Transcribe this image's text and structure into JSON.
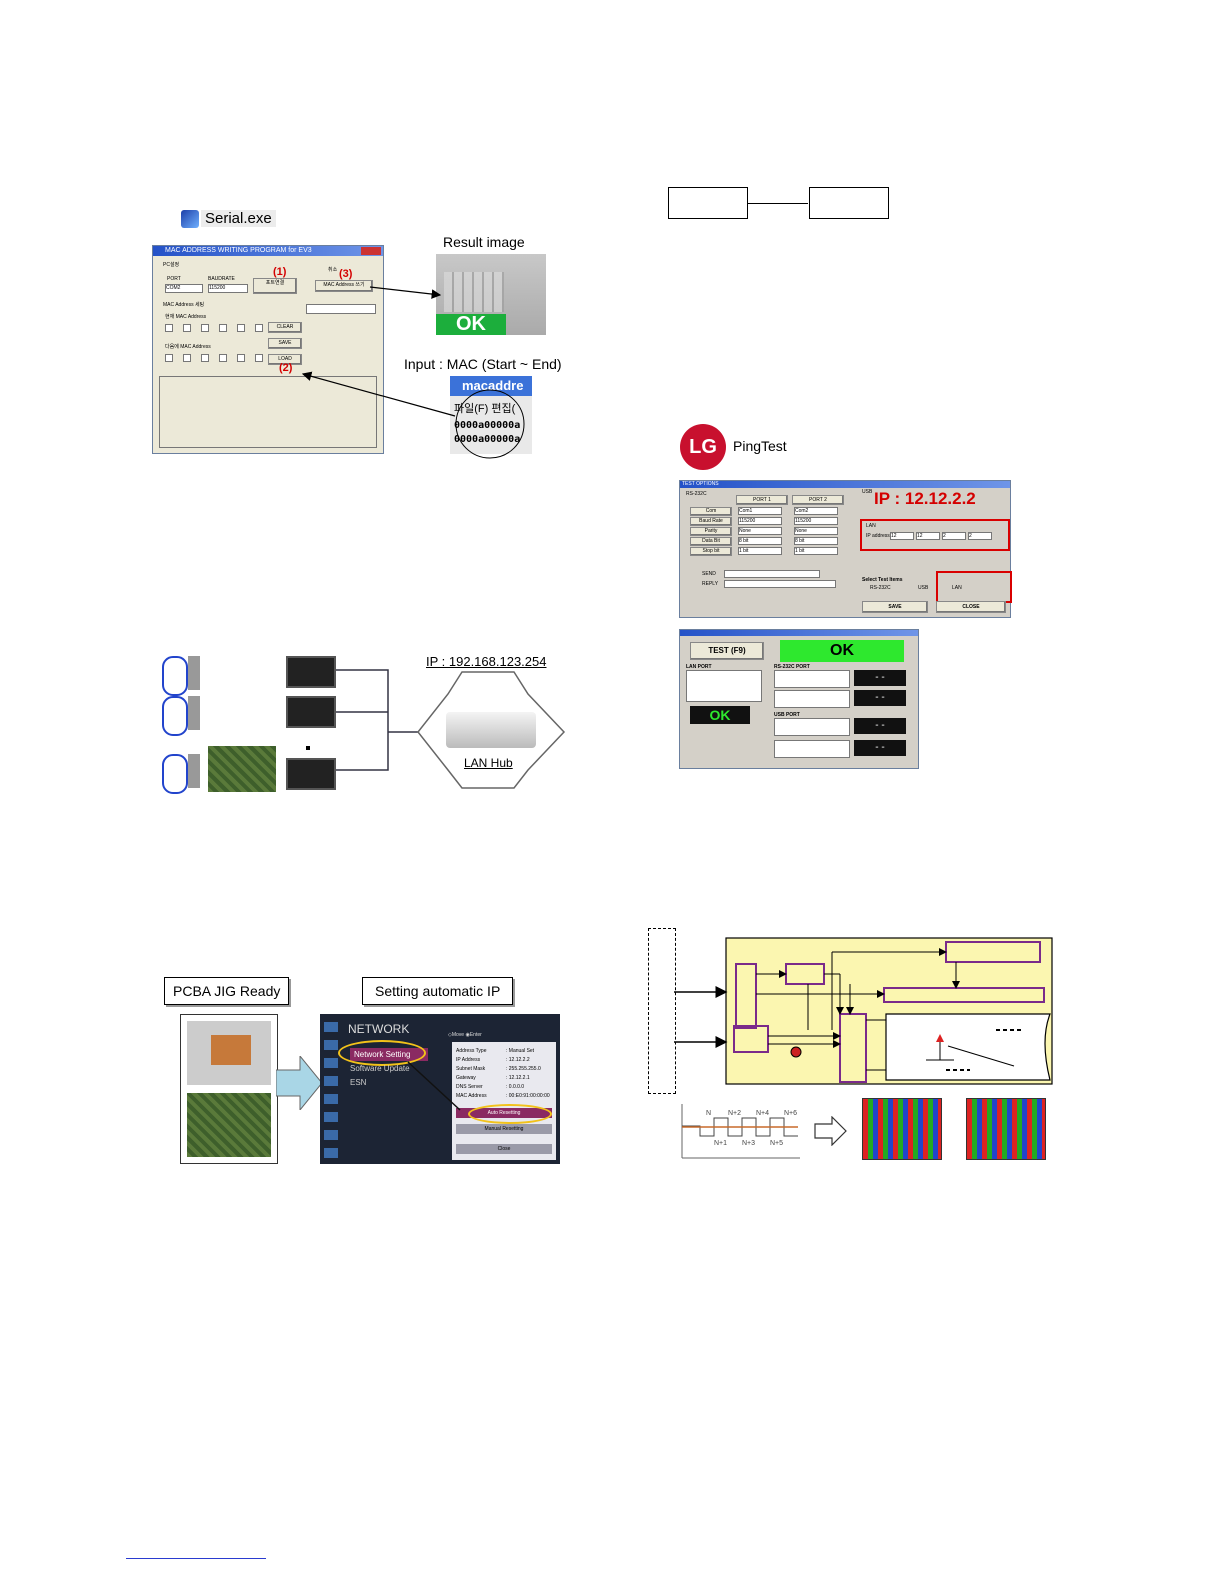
{
  "serial": {
    "app_name": "Serial.exe",
    "window_title": "MAC ADDRESS WRITING PROGRAM for EV3",
    "section_pc": "PC설정",
    "port_label": "PORT",
    "baud_label": "BAUDRATE",
    "port_value": "COM2",
    "baud_value": "115200",
    "connect_label": "포트연결",
    "cancel_label": "취소",
    "mac_read_button": "MAC Address 쓰기",
    "mac_section": "MAC Address 세팅",
    "current_mac": "현재 MAC Address",
    "next_mac": "다음에 MAC Address",
    "clear_button": "CLEAR",
    "save_button": "SAVE",
    "load_button": "LOAD",
    "step1": "(1)",
    "step2": "(2)",
    "step3": "(3)",
    "result_label": "Result image",
    "result_ok": "OK",
    "input_label": "Input : MAC (Start ~ End)",
    "input_file_title": "macaddre",
    "input_menu": "파일(F)  편집(",
    "input_line1": "0000a00000a",
    "input_line2": "0000a00000a"
  },
  "network": {
    "ip_label": "IP : 192.168.123.254",
    "hub_label": "LAN Hub"
  },
  "pingtest": {
    "brand": "LG",
    "title": "PingTest",
    "options_title": "TEST OPTIONS",
    "rs232c": "RS-232C",
    "port1": "PORT 1",
    "port2": "PORT 2",
    "rows": [
      "Com",
      "Baud Rate",
      "Parity",
      "Data Bit",
      "Stop bit"
    ],
    "port1_vals": [
      "Com1",
      "115200",
      "None",
      "8 bit",
      "1 bit"
    ],
    "port2_vals": [
      "Com2",
      "115200",
      "None",
      "8 bit",
      "1 bit"
    ],
    "send_label": "SEND",
    "reply_label": "REPLY",
    "usb_label": "USB",
    "ip_overlay": "IP : 12.12.2.2",
    "lan_label": "LAN",
    "ip_address_label": "IP address",
    "ip_octets": [
      "12",
      "12",
      "2",
      "2"
    ],
    "select_test_items": "Select Test Items",
    "item_rs232c": "RS-232C",
    "item_usb": "USB",
    "item_lan": "LAN",
    "save_button": "SAVE",
    "close_button": "CLOSE",
    "test_button": "TEST (F9)",
    "ok_big": "OK",
    "ok_small": "OK",
    "lan_port": "LAN PORT",
    "rs232c_port": "RS-232C PORT",
    "usb_port": "USB PORT",
    "dash": "- -"
  },
  "jig": {
    "ready_label": "PCBA JIG Ready",
    "auto_ip_label": "Setting automatic IP",
    "menu_title": "NETWORK",
    "menu_hint": "◇Move ◉Enter",
    "menu_items": [
      "Network Setting",
      "Software Update",
      "ESN"
    ],
    "info_labels": [
      "Address Type",
      "IP Address",
      "Subnet Mask",
      "Gateway",
      "DNS Server",
      "MAC Address"
    ],
    "info_values": [
      ": Manual Set",
      ": 12.12.2.2",
      ": 255.255.255.0",
      ": 12.12.2.1",
      ": 0.0.0.0",
      ": 00:E0:91:00:00:00"
    ],
    "auto_reset": "Auto Resetting",
    "manual_reset": "Manual Resetting",
    "close": "Close"
  },
  "timing": {
    "top_labels": [
      "N",
      "N+2",
      "N+4",
      "N+6"
    ],
    "bottom_labels": [
      "N+1",
      "N+3",
      "N+5"
    ]
  },
  "colors": {
    "red_annotation": "#d40000",
    "ok_green": "#2ee82e",
    "diagram_fill": "#fbf6b0",
    "diagram_block": "#7a2a8a"
  }
}
